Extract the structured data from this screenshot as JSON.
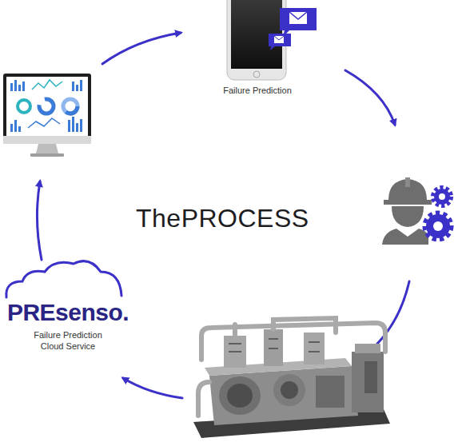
{
  "diagram": {
    "title": "ThePROCESS",
    "nodes": [
      {
        "text": [
          "Failure Prediction"
        ]
      },
      {
        "text": [
          "PREsenso.",
          "Failure Prediction Cloud Service"
        ]
      }
    ]
  }
}
